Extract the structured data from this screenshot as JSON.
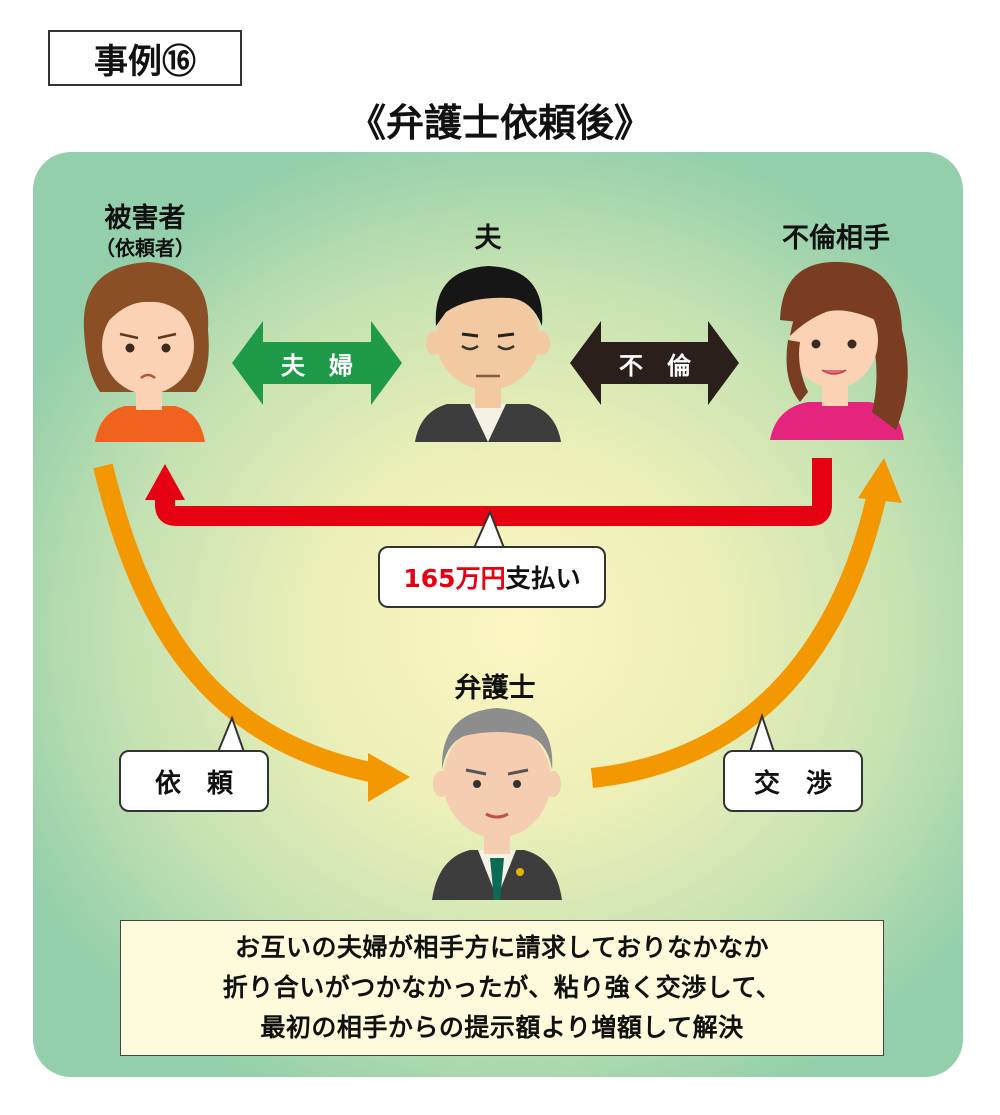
{
  "case_label": "事例⑯",
  "title": "《弁護士依頼後》",
  "people": {
    "victim": {
      "label": "被害者",
      "sublabel": "（依頼者）"
    },
    "husband": {
      "label": "夫"
    },
    "affair_partner": {
      "label": "不倫相手"
    },
    "lawyer": {
      "label": "弁護士"
    }
  },
  "relations": {
    "couple": "夫　婦",
    "affair": "不　倫"
  },
  "payment": {
    "amount": "165万円",
    "suffix": "支払い"
  },
  "actions": {
    "request": "依　頼",
    "negotiate": "交　渉"
  },
  "summary": [
    "お互いの夫婦が相手方に請求しておりなかなか",
    "折り合いがつかなかったが、粘り強く交渉して、",
    "最初の相手からの提示額より増額して解決"
  ],
  "colors": {
    "couple_arrow": "#1e9a48",
    "affair_arrow": "#2b1f1b",
    "payment_arrow": "#e50012",
    "flow_arrow": "#f39800",
    "amount_text": "#e50012"
  }
}
